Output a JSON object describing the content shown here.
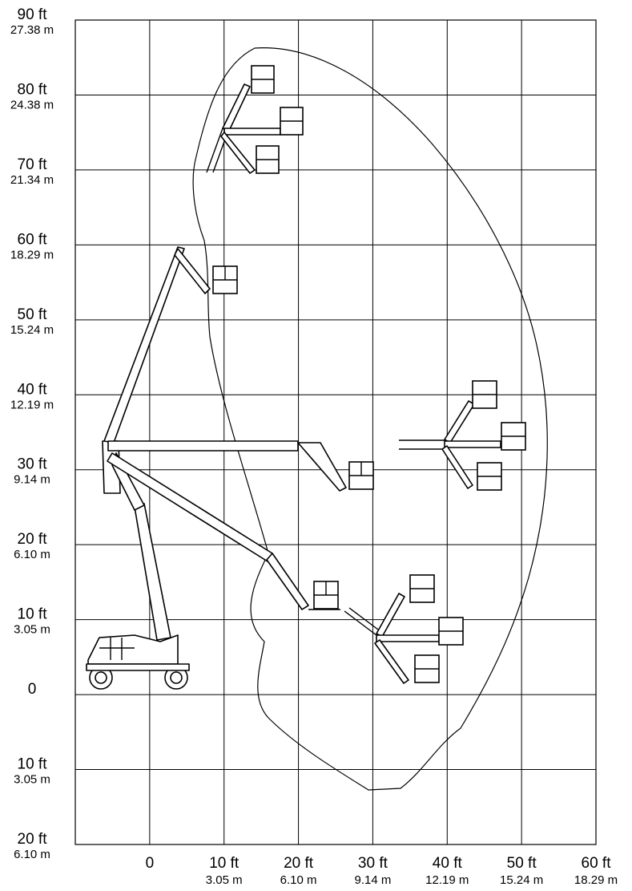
{
  "chart_data": {
    "type": "diagram",
    "y_axis": {
      "ticks": [
        {
          "ft": "90 ft",
          "m": "27.38  m",
          "value": 90
        },
        {
          "ft": "80 ft",
          "m": "24.38  m",
          "value": 80
        },
        {
          "ft": "70 ft",
          "m": "21.34  m",
          "value": 70
        },
        {
          "ft": "60 ft",
          "m": "18.29 m",
          "value": 60
        },
        {
          "ft": "50 ft",
          "m": "15.24 m",
          "value": 50
        },
        {
          "ft": "40 ft",
          "m": "12.19 m",
          "value": 40
        },
        {
          "ft": "30 ft",
          "m": "9.14 m",
          "value": 30
        },
        {
          "ft": "20 ft",
          "m": "6.10 m",
          "value": 20
        },
        {
          "ft": "10 ft",
          "m": "3.05 m",
          "value": 10
        },
        {
          "ft": "0",
          "m": "",
          "value": 0
        },
        {
          "ft": "10 ft",
          "m": "3.05 m",
          "value": -10
        },
        {
          "ft": "20 ft",
          "m": "6.10 m",
          "value": -20
        }
      ],
      "range": [
        -20,
        90
      ]
    },
    "x_axis": {
      "ticks": [
        {
          "ft": "0",
          "m": "",
          "value": 0
        },
        {
          "ft": "10 ft",
          "m": "3.05 m",
          "value": 10
        },
        {
          "ft": "20 ft",
          "m": "6.10 m",
          "value": 20
        },
        {
          "ft": "30 ft",
          "m": "9.14 m",
          "value": 30
        },
        {
          "ft": "40 ft",
          "m": "12.19 m",
          "value": 40
        },
        {
          "ft": "50 ft",
          "m": "15.24 m",
          "value": 50
        },
        {
          "ft": "60 ft",
          "m": "18.29 m",
          "value": 60
        }
      ],
      "range": [
        -10,
        60
      ]
    },
    "grid": true
  }
}
